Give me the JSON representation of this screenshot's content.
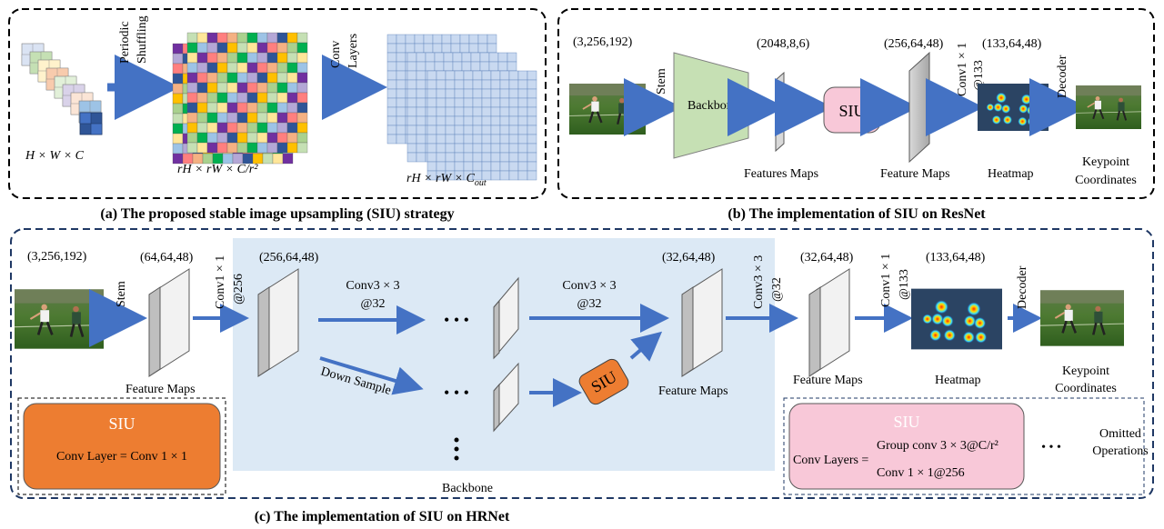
{
  "panel_a": {
    "caption": "(a) The proposed stable image upsampling (SIU) strategy",
    "input_dims": "H × W × C",
    "step1_line1": "Periodic",
    "step1_line2": "Shuffling",
    "mid_dims": "rH × rW × C/r²",
    "step2_line1": "Conv",
    "step2_line2": "Layers",
    "out_dims": "rH × rW × C",
    "out_sub": "out"
  },
  "panel_b": {
    "caption": "(b) The implementation of SIU on ResNet",
    "input_shape": "(3,256,192)",
    "stem": "Stem",
    "backbone": "Backbone",
    "feat1_shape": "(2048,8,6)",
    "feat1_label": "Features Maps",
    "siu": "SIU",
    "feat2_shape": "(256,64,48)",
    "feat2_label": "Feature Maps",
    "conv_label": "Conv1 × 1",
    "conv_sub": "@133",
    "heat_shape": "(133,64,48)",
    "heat_label": "Heatmap",
    "decoder": "Decoder",
    "kp_line1": "Keypoint",
    "kp_line2": "Coordinates"
  },
  "panel_c": {
    "caption": "(c) The implementation of SIU on HRNet",
    "input_shape": "(3,256,192)",
    "stem": "Stem",
    "f1_shape": "(64,64,48)",
    "f1_label": "Feature Maps",
    "conv1": "Conv1 × 1",
    "conv1_sub": "@256",
    "f2_shape": "(256,64,48)",
    "branch1_line1": "Conv3 × 3",
    "branch1_line2": "@32",
    "branch2_line1": "Conv3 × 3",
    "branch2_line2": "@32",
    "down_sample": "Down Sample",
    "siu": "SIU",
    "f3_shape": "(32,64,48)",
    "f3_label": "Feature Maps",
    "conv3": "Conv3 × 3",
    "conv3_sub": "@32",
    "f4_shape": "(32,64,48)",
    "f4_label": "Feature Maps",
    "conv4": "Conv1 × 1",
    "conv4_sub": "@133",
    "heat_shape": "(133,64,48)",
    "heat_label": "Heatmap",
    "decoder": "Decoder",
    "kp_line1": "Keypoint",
    "kp_line2": "Coordinates",
    "backbone_label": "Backbone",
    "dots": "• • •",
    "legend_left_title": "SIU",
    "legend_left_text": "Conv Layer =  Conv 1 × 1",
    "legend_right_title": "SIU",
    "legend_right_label": "Conv Layers =",
    "legend_right_line1": "Group conv 3 × 3@C/r²",
    "legend_right_line2": "Conv 1 × 1@256",
    "omitted_line1": "Omitted",
    "omitted_line2": "Operations"
  },
  "colors": {
    "arrow": "#4472c4",
    "backbone_green": "#c6e0b4",
    "siu_pink": "#f8c8d8",
    "siu_orange": "#ed7d31",
    "backbone_bg": "#dce9f5"
  }
}
